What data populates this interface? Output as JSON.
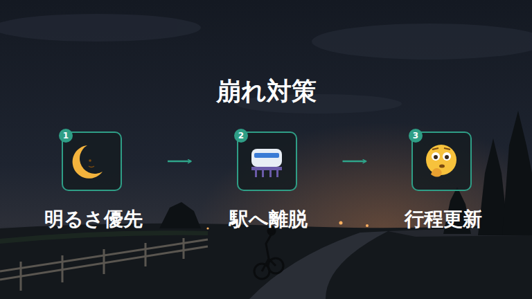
{
  "diagram": {
    "title": "崩れ対策",
    "nodes": [
      {
        "text": [
          "明るさ優先"
        ]
      },
      {
        "text": [
          "1"
        ],
        "in": 0
      },
      {
        "text": [
          "駅へ離脱"
        ]
      },
      {
        "text": [
          "2"
        ],
        "in": 2
      },
      {
        "text": [
          "行程更新"
        ]
      },
      {
        "text": [
          "3"
        ],
        "in": 4
      }
    ],
    "edges": [
      {
        "from": 0,
        "to": 2,
        "arrow": "to"
      },
      {
        "from": 2,
        "to": 4,
        "arrow": "to"
      }
    ]
  }
}
